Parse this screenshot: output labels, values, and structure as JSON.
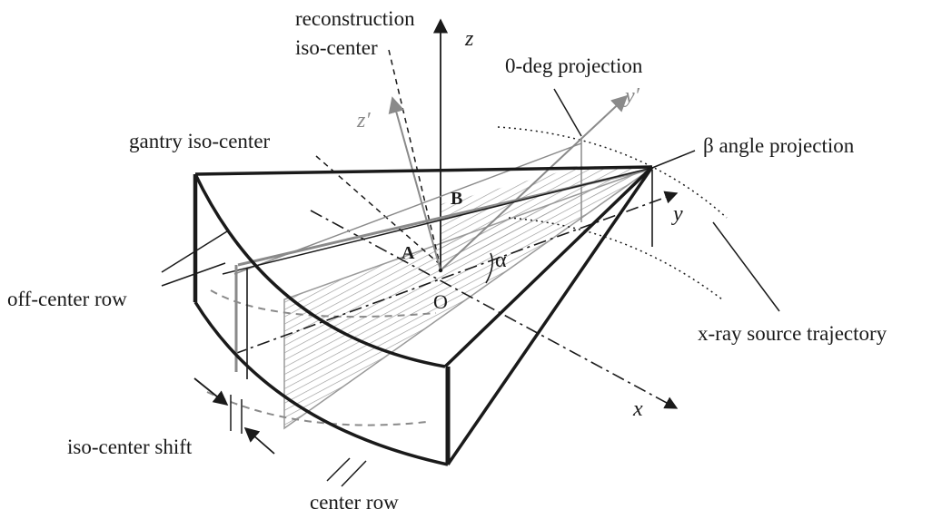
{
  "labels": {
    "reconstruction_line1": "reconstruction",
    "reconstruction_line2": "iso-center",
    "zero_deg_projection": "0-deg projection",
    "gantry_iso_center": "gantry iso-center",
    "beta_angle_projection": "β angle projection",
    "off_center_row": "off-center row",
    "xray_source_trajectory": "x-ray source trajectory",
    "iso_center_shift": "iso-center shift",
    "center_row": "center row"
  },
  "axes": {
    "z": "z",
    "z_prime": "z′",
    "y": "y",
    "y_prime": "y′",
    "x": "x"
  },
  "points": {
    "origin": "O",
    "a": "A",
    "b": "B",
    "alpha": "α"
  },
  "colors": {
    "ink": "#1a1a1a",
    "gray": "#8a8a8a",
    "hatch": "#9a9a9a"
  }
}
